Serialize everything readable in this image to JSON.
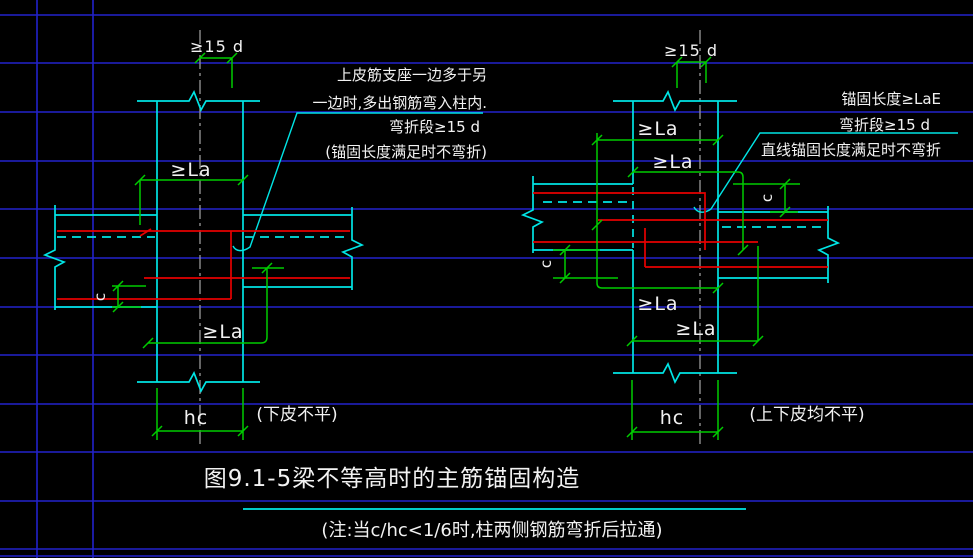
{
  "figure": {
    "title": "图9.1-5梁不等高时的主筋锚固构造",
    "note": "(注:当c/hc<1/6时,柱两侧钢筋弯折后拉通)"
  },
  "left_detail": {
    "caption": "(下皮不平)",
    "annotation": {
      "line1": "上皮筋支座一边多于另",
      "line2": "一边时,多出钢筋弯入柱内.",
      "line3": "弯折段≥15 d",
      "line4": "(锚固长度满足时不弯折)"
    },
    "dims": {
      "bend": "≥15 d",
      "anchor_top": "≥La",
      "anchor_bottom": "≥La",
      "offset": "c",
      "column_width": "hc"
    }
  },
  "right_detail": {
    "caption": "(上下皮均不平)",
    "annotation": {
      "line1": "锚固长度≥LaE",
      "line2": "弯折段≥15 d",
      "line3": "直线锚固长度满足时不弯折"
    },
    "dims": {
      "bend": "≥15 d",
      "anchor_1": "≥La",
      "anchor_2": "≥La",
      "anchor_3": "≥La",
      "anchor_4": "≥La",
      "offset_left": "c",
      "offset_right": "c",
      "column_width": "hc"
    }
  },
  "colors": {
    "background": "#000000",
    "grid": "#2222cc",
    "outline": "#00e5e5",
    "rebar": "#e60000",
    "dimension": "#00cc00",
    "centerline": "#9a9a9a",
    "text": "#f2f2f2"
  }
}
